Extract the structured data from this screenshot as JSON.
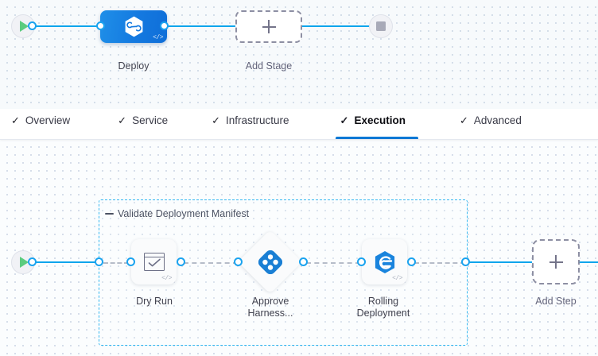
{
  "colors": {
    "accent": "#0278d5",
    "connector": "#0ba5ec",
    "port": "#1aa3ef",
    "group_border": "#33b7f0",
    "stage_node": "#1479e0",
    "dashed_gray": "#b6bcc9",
    "canvas_bg": "#f7fafc",
    "start_play": "#5bcc7f",
    "stop_square": "#a8aab8"
  },
  "stage_canvas": {
    "start_node": {
      "name": "pipeline-start",
      "icon": "play-icon"
    },
    "end_node": {
      "name": "pipeline-end",
      "icon": "stop-icon"
    },
    "stage": {
      "label": "Deploy",
      "icon": "harness-hexagon-icon",
      "code_badge": "</>"
    },
    "add_stage": {
      "label": "Add Stage",
      "icon": "plus-icon"
    }
  },
  "tabs": [
    {
      "label": "Overview",
      "check": "✓",
      "active": false
    },
    {
      "label": "Service",
      "check": "✓",
      "active": false
    },
    {
      "label": "Infrastructure",
      "check": "✓",
      "active": false
    },
    {
      "label": "Execution",
      "check": "✓",
      "active": true
    },
    {
      "label": "Advanced",
      "check": "✓",
      "active": false
    }
  ],
  "execution_canvas": {
    "start_node": {
      "name": "execution-start",
      "icon": "play-icon"
    },
    "group": {
      "label": "Validate Deployment Manifest",
      "collapse_icon": "collapse-minus-icon"
    },
    "steps": [
      {
        "label": "Dry Run",
        "shape": "card",
        "icon": "window-check-icon",
        "code_badge": "</>"
      },
      {
        "label": "Approve\nHarness...",
        "shape": "diamond",
        "icon": "harness-approval-icon",
        "code_badge": ""
      },
      {
        "label": "Rolling\nDeployment",
        "shape": "card",
        "icon": "rolling-deployment-icon",
        "code_badge": "</>"
      }
    ],
    "add_step": {
      "label": "Add Step",
      "icon": "plus-icon"
    }
  }
}
